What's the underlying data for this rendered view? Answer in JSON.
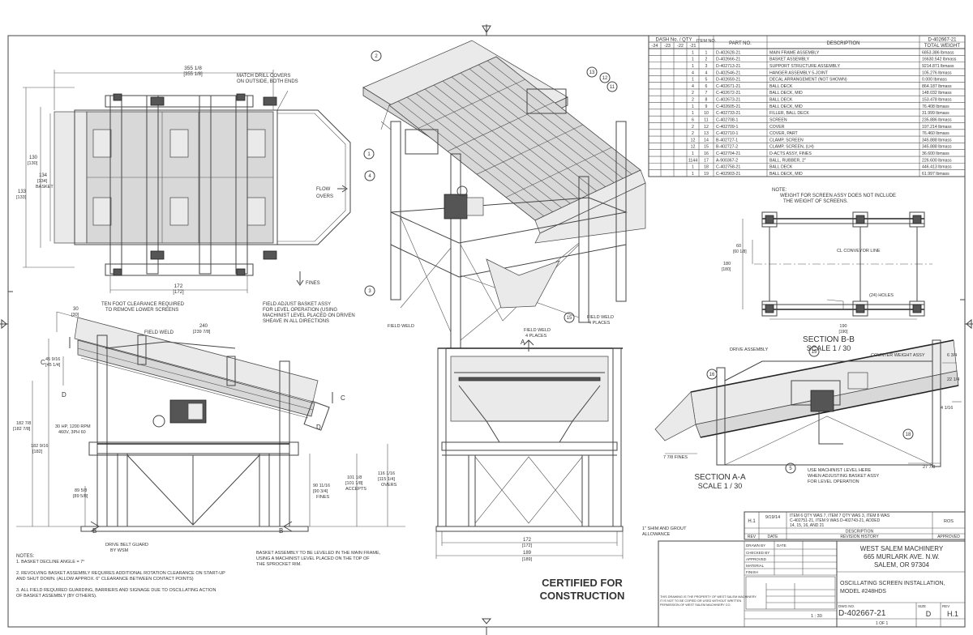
{
  "bom": {
    "headers": {
      "dash_qty": "DASH No. / QTY",
      "dash_cols": [
        "-24",
        "-23",
        "-22",
        "-21"
      ],
      "item": "ITEM NO.",
      "part": "PART NO.",
      "desc": "DESCRIPTION",
      "weight_top": "D-402667-21",
      "weight": "TOTAL WEIGHT"
    },
    "rows": [
      {
        "qty": "1",
        "item": "1",
        "part": "D-402628-21",
        "desc": "MAIN FRAME ASSEMBLY",
        "wt": "6853.386 lbmass"
      },
      {
        "qty": "1",
        "item": "2",
        "part": "D-402666-21",
        "desc": "BASKET ASSEMBLY",
        "wt": "16630.542 lbmass"
      },
      {
        "qty": "1",
        "item": "3",
        "part": "D-402713-21",
        "desc": "SUPPORT STRUCTURE ASSEMBLY",
        "wt": "9214.871 lbmass"
      },
      {
        "qty": "4",
        "item": "4",
        "part": "D-402546-21",
        "desc": "HANGER ASSEMBLY 5-JOINT",
        "wt": "105.276 lbmass"
      },
      {
        "qty": "1",
        "item": "5",
        "part": "D-402659-21",
        "desc": "DECAL ARRANGEMENT (NOT SHOWN)",
        "wt": "0.000 lbmass"
      },
      {
        "qty": "4",
        "item": "6",
        "part": "C-402671-21",
        "desc": "BALL DECK",
        "wt": "864.187 lbmass"
      },
      {
        "qty": "2",
        "item": "7",
        "part": "C-402672-21",
        "desc": "BALL DECK, MID",
        "wt": "148.032 lbmass"
      },
      {
        "qty": "2",
        "item": "8",
        "part": "C-402673-21",
        "desc": "BALL DECK",
        "wt": "153.478 lbmass"
      },
      {
        "qty": "1",
        "item": "9",
        "part": "C-402605-21",
        "desc": "BALL DECK, MID",
        "wt": "76.408 lbmass"
      },
      {
        "qty": "1",
        "item": "10",
        "part": "C-402733-21",
        "desc": "FILLER, BALL DECK",
        "wt": "31.999 lbmass"
      },
      {
        "qty": "6",
        "item": "11",
        "part": "C-402708-1",
        "desc": "SCREEN",
        "wt": "235.886 lbmass"
      },
      {
        "qty": "2",
        "item": "12",
        "part": "C-402709-1",
        "desc": "COVER",
        "wt": "197.214 lbmass"
      },
      {
        "qty": "2",
        "item": "13",
        "part": "C-402710-1",
        "desc": "COVER, PART",
        "wt": "76.460 lbmass"
      },
      {
        "qty": "12",
        "item": "14",
        "part": "B-402727-1",
        "desc": "CLAMP, SCREEN",
        "wt": "345.888 lbmass"
      },
      {
        "qty": "12",
        "item": "15",
        "part": "B-402727-2",
        "desc": "CLAMP, SCREEN, (LH)",
        "wt": "345.888 lbmass"
      },
      {
        "qty": "1",
        "item": "16",
        "part": "C-402704-21",
        "desc": "D-ACTS ASSY, FINES",
        "wt": "36.600 lbmass"
      },
      {
        "qty": "1144",
        "item": "17",
        "part": "A-900367-2",
        "desc": "BALL, RUBBER, 2\"",
        "wt": "226.600 lbmass"
      },
      {
        "qty": "1",
        "item": "18",
        "part": "C-402758-21",
        "desc": "BALL DECK",
        "wt": "446.413 lbmass"
      },
      {
        "qty": "1",
        "item": "19",
        "part": "C-402903-21",
        "desc": "BALL DECK, MID",
        "wt": "61.997 lbmass"
      }
    ]
  },
  "note_weight": [
    "NOTE:",
    "WEIGHT FOR SCREEN ASSY DOES NOT INCLUDE",
    "THE WEIGHT OF SCREENS."
  ],
  "plan": {
    "dim_top": [
      "355 1/8",
      "[355 1/8]"
    ],
    "dim_bottom": [
      "172",
      "[172]"
    ],
    "dim_left1": [
      "133",
      "[133]"
    ],
    "dim_left2": [
      "130",
      "[130]"
    ],
    "dim_left3": [
      "134",
      "[134]"
    ],
    "dim_left3b": "BASKET",
    "note_cover": [
      "MATCH DRILL COVERS",
      "ON OUTSIDE, BOTH ENDS"
    ],
    "flow": [
      "FLOW",
      "OVERS"
    ],
    "fines": "FINES"
  },
  "elev": {
    "note_clear": [
      "TEN FOOT CLEARANCE REQUIRED",
      "TO REMOVE LOWER SCREENS"
    ],
    "note_field": [
      "FIELD ADJUST BASKET ASSY",
      "FOR LEVEL OPERATION (USING",
      "MACHINIST LEVEL PLACED ON DRIVEN",
      "SHEAVE IN ALL DIRECTIONS"
    ],
    "field_weld": "FIELD WELD",
    "motor": [
      "30 HP, 1200 RPM",
      "460V, 3PH 60"
    ],
    "d1": [
      "30",
      "[30]"
    ],
    "d2": [
      "240",
      "[239 7/8]"
    ],
    "d3": [
      "45 9/16",
      "[45 1/4]"
    ],
    "d4": [
      "182 7/8",
      "[182 7/8]"
    ],
    "d5": [
      "182 9/16",
      "[182]"
    ],
    "d6": [
      "89 5/8",
      "[89 5/8]"
    ],
    "d7": [
      "90 11/16",
      "[90 3/4]"
    ],
    "d7b": "FINES",
    "d8": [
      "101 1/8",
      "[101 1/8]"
    ],
    "d8b": "ACCEPTS",
    "d9": [
      "116 1/16",
      "[115 1/4]"
    ],
    "d9b": "OVERS",
    "belt_guard": [
      "DRIVE BELT GUARD",
      "BY WSM"
    ],
    "basket_note": [
      "BASKET ASSEMBLY TO BE LEVELED IN THE MAIN FRAME,",
      "USING A MACHINIST LEVEL PLACED ON THE TOP OF",
      "THE SPROCKET RIM."
    ],
    "grout": [
      "1\" SHIM AND GROUT",
      "ALLOWANCE"
    ],
    "lbl_c": "C",
    "lbl_d": "D",
    "lbl_b": "B"
  },
  "notes": [
    "NOTES:",
    "1.  BASKET DECLINE ANGLE = 7°",
    "2.  REVOLVING BASKET ASSEMBLY REQUIRES ADDITIONAL ROTATION CLEARANCE ON START-UP",
    "     AND SHUT DOWN. (ALLOW APPROX. 6\" CLEARANCE BETWEEN CONTACT POINTS)",
    "3.  ALL FIELD REQUIRED GUARDING, BARRIERS AND SIGNAGE DUE TO OSCILLATING ACTION",
    "     OF BASKET ASSEMBLY (BY OTHERS)."
  ],
  "iso": {
    "field_weld": "FIELD WELD",
    "field_weld_4a": [
      "FIELD WELD",
      "4 PLACES"
    ],
    "field_weld_4b": [
      "FIELD WELD",
      "4 PLACES"
    ],
    "balloons": [
      "2",
      "13",
      "12",
      "11",
      "1",
      "4",
      "3",
      "15"
    ]
  },
  "front": {
    "a_label": "A",
    "dim1": [
      "172",
      "[172]"
    ],
    "dim2": [
      "189",
      "[189]"
    ]
  },
  "section_bb": {
    "title": "SECTION  B-B",
    "scale": "SCALE 1 / 30",
    "conv": "CL CONVEYOR LINE",
    "holes": "(24) HOLES",
    "d1": [
      "60",
      "[60 1/8]"
    ],
    "d2": [
      "180",
      "[180]"
    ],
    "d3": [
      "190",
      "[190]"
    ]
  },
  "section_aa": {
    "title": "SECTION  A-A",
    "scale": "SCALE 1 / 30",
    "drive": "DRIVE ASSEMBLY",
    "counter": "COUNTER WEIGHT ASSY",
    "fines": "7 7/8 FINES",
    "level_note": [
      "USE MACHINIST LEVEL HERE",
      "WHEN ADJUSTING BASKET ASSY",
      "FOR LEVEL OPERATION"
    ],
    "d1": "6 3/4",
    "d2": "22 1/4",
    "d3": "4 1/16",
    "d4": "27 7/8",
    "balloons": [
      "16",
      "15",
      "18",
      "5"
    ]
  },
  "certified": [
    "CERTIFIED FOR",
    "CONSTRUCTION"
  ],
  "revision": {
    "rev": "H.1",
    "date": "9/19/14",
    "desc": [
      "ITEM 6 QTY WAS 7, ITEM 7 QTY WAS 3, ITEM 8 WAS",
      "C-402751-21, ITEM 9 WAS D-402743-21, ADDED",
      "14, 15, 16, AND 21"
    ],
    "by": "ROS",
    "hdr_rev": "REV",
    "hdr_date": "DATE",
    "hdr_desc": "DESCRIPTION",
    "hdr_hist": "REVISION HISTORY",
    "hdr_appr": "APPROVED"
  },
  "titleblock": {
    "company": [
      "WEST SALEM MACHINERY",
      "665 MURLARK AVE. N.W.",
      "SALEM, OR 97304"
    ],
    "title": [
      "OSCILLATING SCREEN INSTALLATION,",
      "MODEL #248HDS"
    ],
    "dwg": "D-402667-21",
    "size": "D",
    "rev": "H.1",
    "scale": "1 : 30",
    "sheet": "1 OF 1",
    "labels": [
      "DRAWN BY",
      "DATE",
      "CHECKED BY",
      "APPROVED",
      "MATERIAL",
      "FINISH",
      "DWG NO.",
      "SIZE",
      "REV"
    ],
    "fine": [
      "THIS DRAWING IS THE PROPERTY OF WEST SALEM MACHINERY.",
      "IT IS NOT TO BE COPIED OR USED WITHOUT WRITTEN",
      "PERMISSION OF WEST SALEM MACHINERY CO."
    ]
  }
}
